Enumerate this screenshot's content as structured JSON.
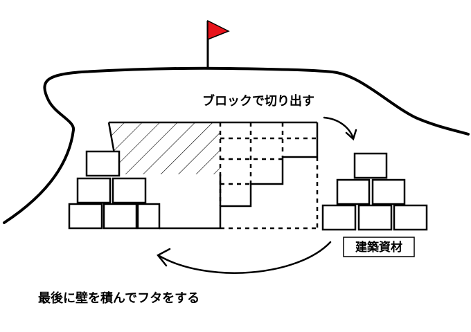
{
  "labels": {
    "cut_blocks": "ブロックで切り出す",
    "building_materials": "建築資材",
    "final_step": "最後に壁を積んでフタをする"
  },
  "colors": {
    "flag": "#e8131b",
    "line": "#000000",
    "background": "#ffffff"
  },
  "icons": {
    "flag": "flag-icon"
  }
}
